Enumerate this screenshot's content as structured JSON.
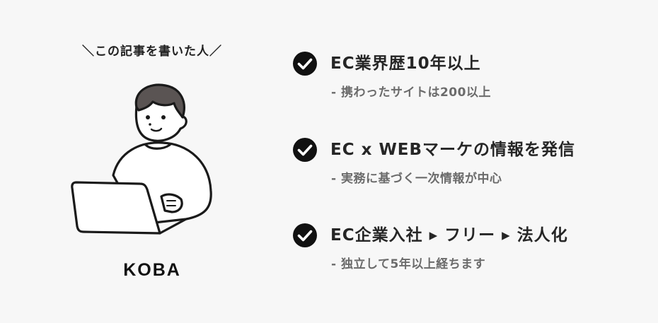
{
  "author": {
    "caption": "＼この記事を書いた人／",
    "name": "KOBA",
    "illustration": "person-with-laptop-illustration"
  },
  "features": [
    {
      "icon": "check-circle-icon",
      "title": "EC業界歴10年以上",
      "subtitle": "- 携わったサイトは200以上"
    },
    {
      "icon": "check-circle-icon",
      "title": "EC x WEBマーケの情報を発信",
      "subtitle": "- 実務に基づく一次情報が中心"
    },
    {
      "icon": "check-circle-icon",
      "title": "EC企業入社 ▸ フリー ▸ 法人化",
      "subtitle": "- 独立して5年以上経ちます"
    }
  ],
  "colors": {
    "background": "#f7f7f7",
    "title_text": "#262626",
    "subtitle_text": "#6b6b6b",
    "check_icon": "#111111",
    "hair": "#5a5453"
  }
}
